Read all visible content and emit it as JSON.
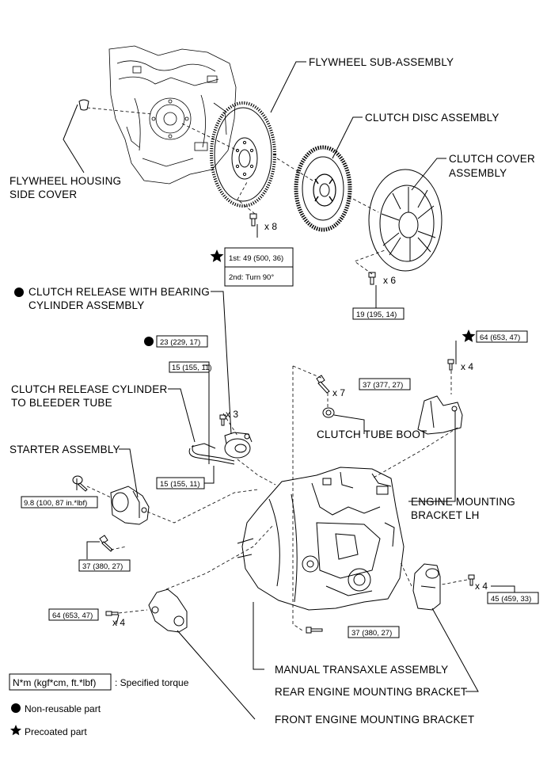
{
  "labels": {
    "flywheel_sub_assembly": "FLYWHEEL SUB-ASSEMBLY",
    "clutch_disc_assembly": "CLUTCH DISC ASSEMBLY",
    "clutch_cover_l1": "CLUTCH COVER",
    "clutch_cover_l2": "ASSEMBLY",
    "flywheel_housing_l1": "FLYWHEEL HOUSING",
    "flywheel_housing_l2": "SIDE COVER",
    "release_bearing_l1": "CLUTCH RELEASE WITH BEARING",
    "release_bearing_l2": "CYLINDER ASSEMBLY",
    "release_tube_l1": "CLUTCH RELEASE CYLINDER",
    "release_tube_l2": "TO BLEEDER TUBE",
    "starter_assembly": "STARTER ASSEMBLY",
    "clutch_tube_boot": "CLUTCH TUBE BOOT",
    "engine_mount_lh_l1": "ENGINE MOUNTING",
    "engine_mount_lh_l2": "BRACKET LH",
    "manual_transaxle": "MANUAL TRANSAXLE ASSEMBLY",
    "rear_mount_bracket": "REAR ENGINE MOUNTING BRACKET",
    "front_mount_bracket": "FRONT ENGINE MOUNTING BRACKET"
  },
  "quantities": {
    "flywheel_bolts": "x 8",
    "cover_bolts": "x 6",
    "release_bolts": "x 3",
    "upper_bolts": "x 7",
    "lh_bolts": "x 4",
    "rear_bolts": "x 4",
    "front_bolts": "x 4"
  },
  "torques": {
    "flywheel_1st": "1st: 49 (500, 36)",
    "flywheel_2nd": "2nd: Turn 90°",
    "cover": "19 (195, 14)",
    "release_cyl": "23 (229, 17)",
    "tube_top": "15 (155, 11)",
    "tube_bottom": "15 (155, 11)",
    "lh_bracket": "64 (653, 47)",
    "upper": "37 (377, 27)",
    "starter_upper": "9.8 (100, 87 in.*lbf)",
    "starter_lower": "37 (380, 27)",
    "front": "64 (653, 47)",
    "rear": "45 (459, 33)",
    "lower": "37 (380, 27)"
  },
  "legend": {
    "unit_box": "N*m (kgf*cm, ft.*lbf)",
    "unit_desc": ": Specified torque",
    "non_reusable": "Non-reusable part",
    "precoated": "Precoated part"
  },
  "symbols": {
    "non_reusable": "filled-circle-icon",
    "precoated": "star-icon"
  }
}
